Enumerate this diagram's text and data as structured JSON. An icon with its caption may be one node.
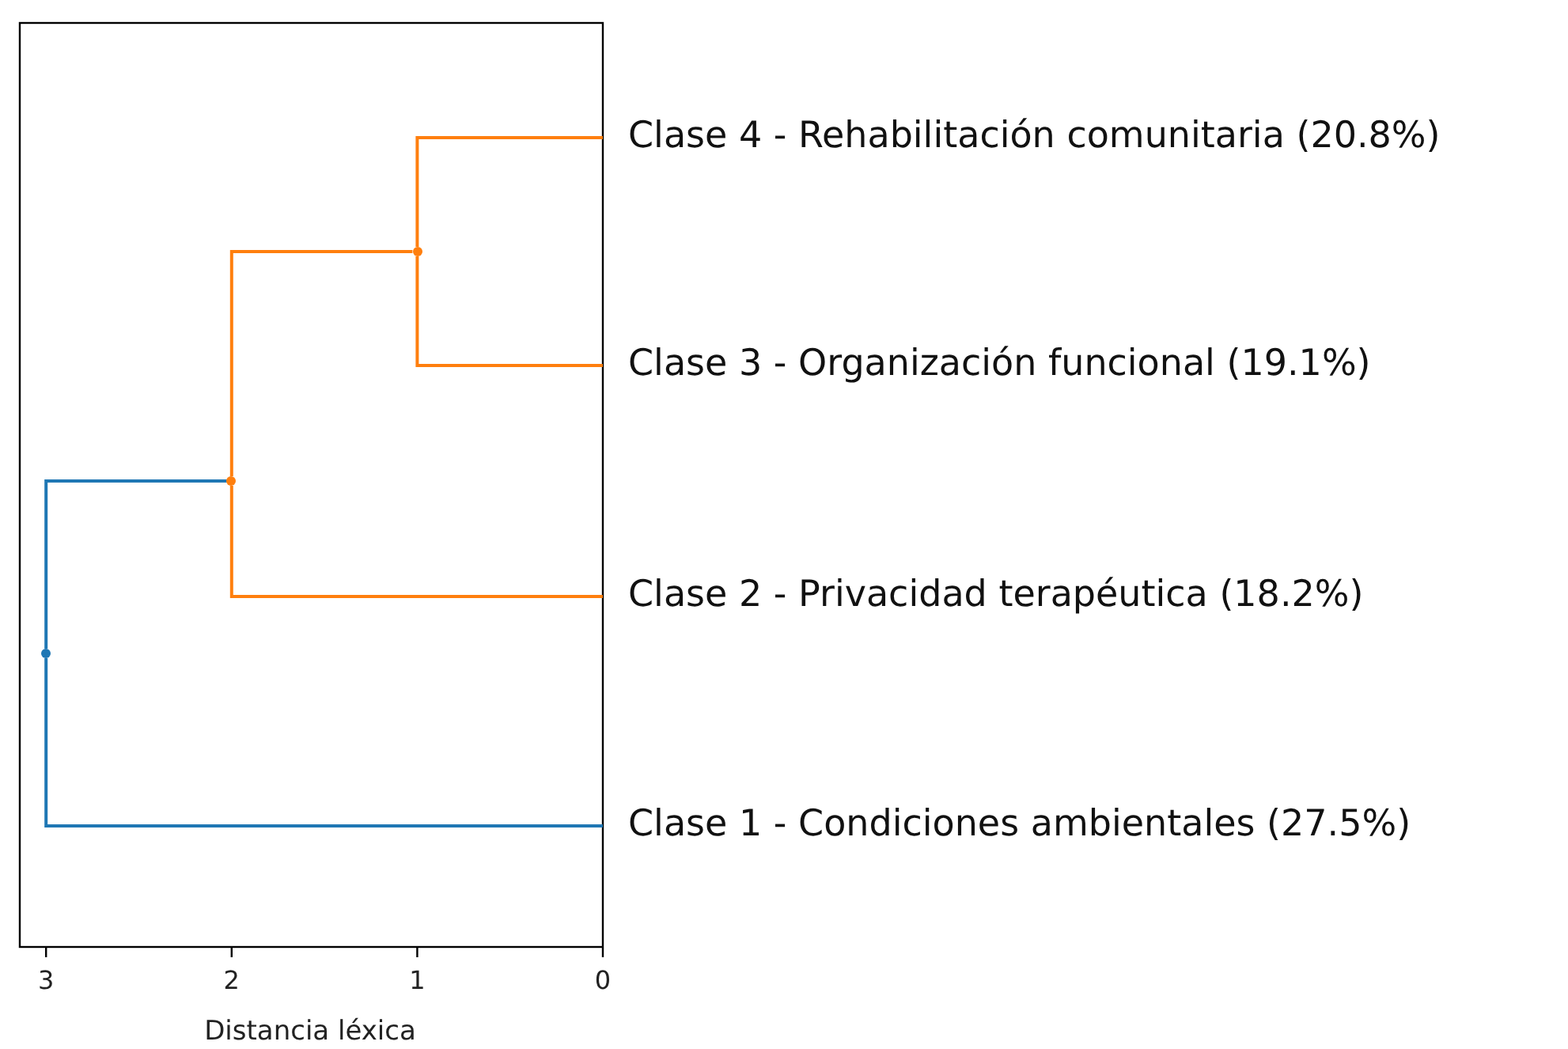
{
  "diagram": {
    "nodes": [
      {
        "text": [
          "Clase 4 - Rehabilitación comunitaria (20.8%)"
        ]
      },
      {
        "text": [
          "Clase 3 - Organización funcional (19.1%)"
        ]
      },
      {
        "text": [
          "Clase 2 - Privacidad terapéutica (18.2%)"
        ]
      },
      {
        "text": [
          "Clase 1 - Condiciones ambientales (27.5%)"
        ]
      },
      {
        "text": [],
        "shape": "point"
      },
      {
        "text": [],
        "shape": "point"
      },
      {
        "text": [],
        "shape": "point"
      }
    ],
    "edges": [
      {
        "from": 4,
        "to": 0,
        "arrow": "none"
      },
      {
        "from": 4,
        "to": 1,
        "arrow": "none"
      },
      {
        "from": 5,
        "to": 4,
        "arrow": "none"
      },
      {
        "from": 5,
        "to": 2,
        "arrow": "none"
      },
      {
        "from": 6,
        "to": 5,
        "arrow": "none",
        "color": "#1f77b4"
      },
      {
        "from": 6,
        "to": 3,
        "arrow": "none",
        "color": "#1f77b4"
      }
    ],
    "labels": [
      "3",
      "2",
      "1",
      "0",
      "Distancia léxica"
    ]
  }
}
